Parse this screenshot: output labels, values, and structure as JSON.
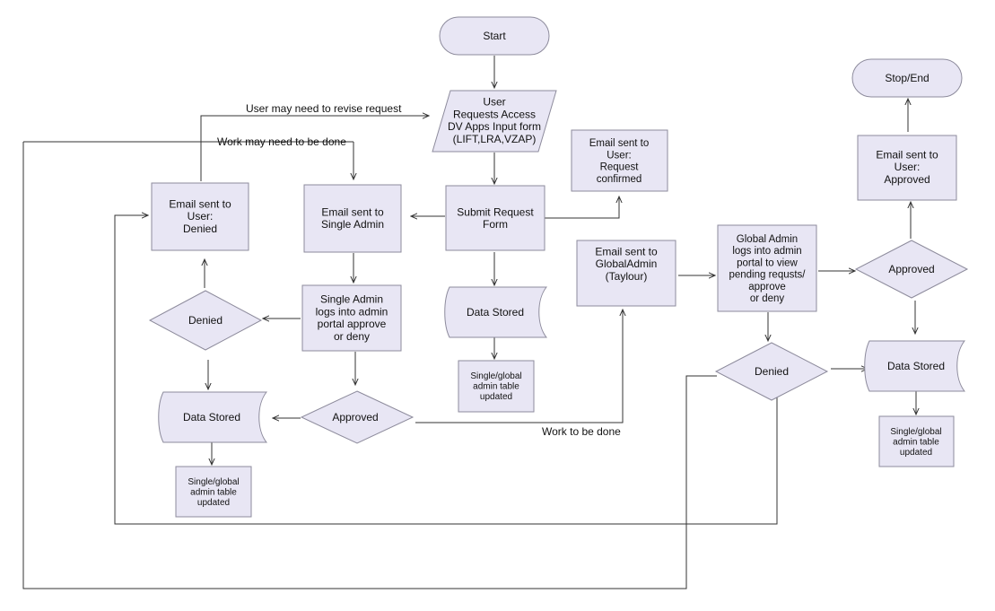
{
  "nodes": {
    "start": {
      "lines": [
        "Start"
      ]
    },
    "user_request": {
      "lines": [
        "User",
        "Requests Access",
        "DV Apps Input form",
        "(LIFT,LRA,VZAP)"
      ]
    },
    "email_confirmed": {
      "lines": [
        "Email sent to",
        "User:",
        "Request",
        "confirmed"
      ]
    },
    "submit": {
      "lines": [
        "Submit Request",
        "Form"
      ]
    },
    "email_denied_left": {
      "lines": [
        "Email sent to",
        "User:",
        "Denied"
      ]
    },
    "email_single_admin": {
      "lines": [
        "Email sent to",
        "Single Admin"
      ]
    },
    "single_admin_review": {
      "lines": [
        "Single Admin",
        "logs into admin",
        "portal approve",
        "or deny"
      ]
    },
    "denied_left": {
      "lines": [
        "Denied"
      ]
    },
    "approved_left": {
      "lines": [
        "Approved"
      ]
    },
    "data_stored_left": {
      "lines": [
        "Data Stored"
      ]
    },
    "table_updated_left": {
      "lines": [
        "Single/global",
        "admin table",
        "updated"
      ]
    },
    "data_stored_mid": {
      "lines": [
        "Data Stored"
      ]
    },
    "table_updated_mid": {
      "lines": [
        "Single/global",
        "admin table",
        "updated"
      ]
    },
    "email_global_admin": {
      "lines": [
        "Email sent to",
        "GlobalAdmin",
        "(Taylour)"
      ]
    },
    "global_admin_review": {
      "lines": [
        "Global Admin",
        "logs into admin",
        "portal to view",
        "pending requsts/",
        "approve",
        "or deny"
      ]
    },
    "denied_right": {
      "lines": [
        "Denied"
      ]
    },
    "approved_right": {
      "lines": [
        "Approved"
      ]
    },
    "email_approved": {
      "lines": [
        "Email sent to",
        "User:",
        "Approved"
      ]
    },
    "stop": {
      "lines": [
        "Stop/End"
      ]
    },
    "data_stored_right": {
      "lines": [
        "Data Stored"
      ]
    },
    "table_updated_right": {
      "lines": [
        "Single/global",
        "admin table",
        "updated"
      ]
    }
  },
  "edge_labels": {
    "revise": "User may need to revise request",
    "work_maybe": "Work may need to be done",
    "work_todo": "Work to be done"
  }
}
